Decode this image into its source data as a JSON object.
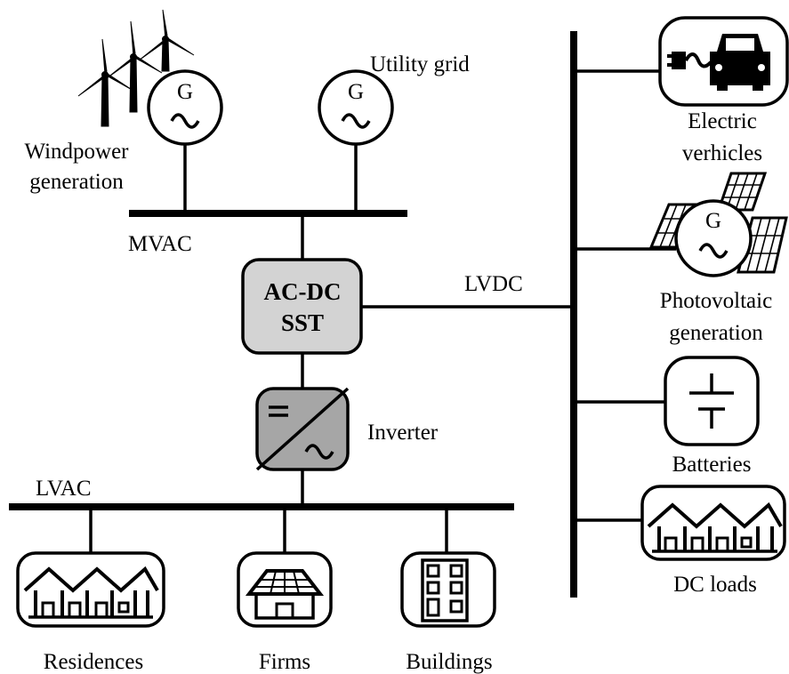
{
  "labels": {
    "utility_grid": "Utility grid",
    "windpower_line1": "Windpower",
    "windpower_line2": "generation",
    "mvac": "MVAC",
    "sst_line1": "AC-DC",
    "sst_line2": "SST",
    "lvdc": "LVDC",
    "inverter": "Inverter",
    "lvac": "LVAC",
    "residences": "Residences",
    "firms": "Firms",
    "buildings": "Buildings",
    "ev_line1": "Electric",
    "ev_line2": "verhicles",
    "pv_line1": "Photovoltaic",
    "pv_line2": "generation",
    "batteries": "Batteries",
    "dc_loads": "DC loads",
    "generator_symbol": "G"
  },
  "colors": {
    "sst_fill": "#d3d3d3",
    "inverter_fill": "#a6a6a6",
    "line": "#000000",
    "background": "#ffffff"
  }
}
